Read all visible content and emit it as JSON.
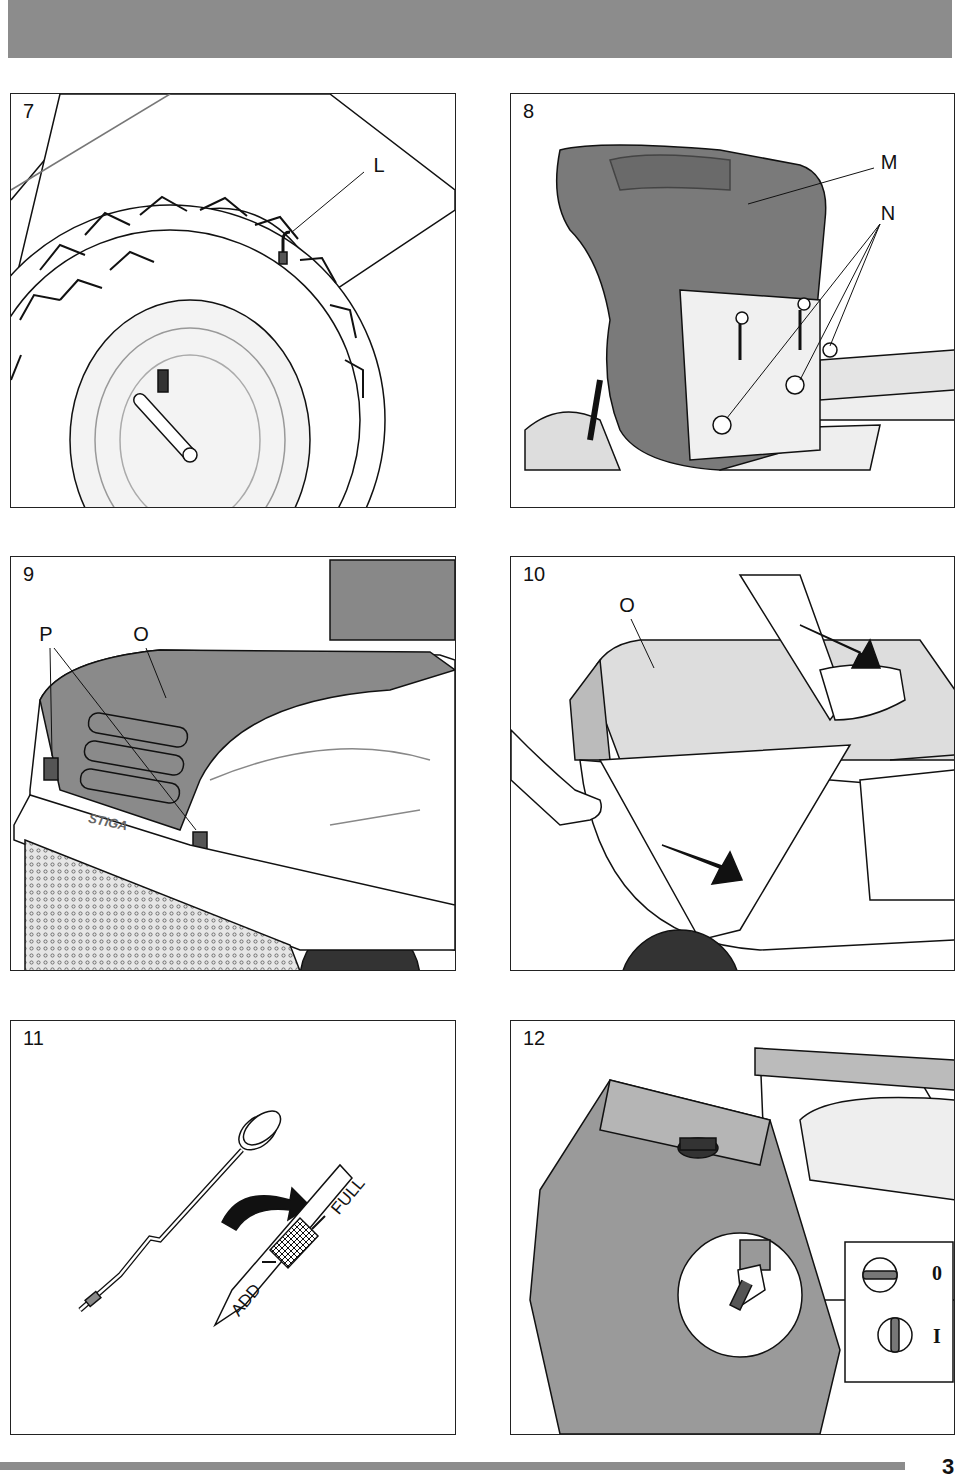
{
  "diagram": {
    "nodes": [
      {
        "text": [
          "7"
        ]
      },
      {
        "text": [
          "8"
        ]
      },
      {
        "text": [
          "9"
        ]
      },
      {
        "text": [
          "10"
        ]
      },
      {
        "text": [
          "11"
        ]
      },
      {
        "text": [
          "12"
        ]
      }
    ],
    "labels": [
      "L",
      "M",
      "N",
      "P",
      "O",
      "STIGA",
      "O",
      "ADD",
      "FULL",
      "0",
      "I",
      "3"
    ]
  }
}
